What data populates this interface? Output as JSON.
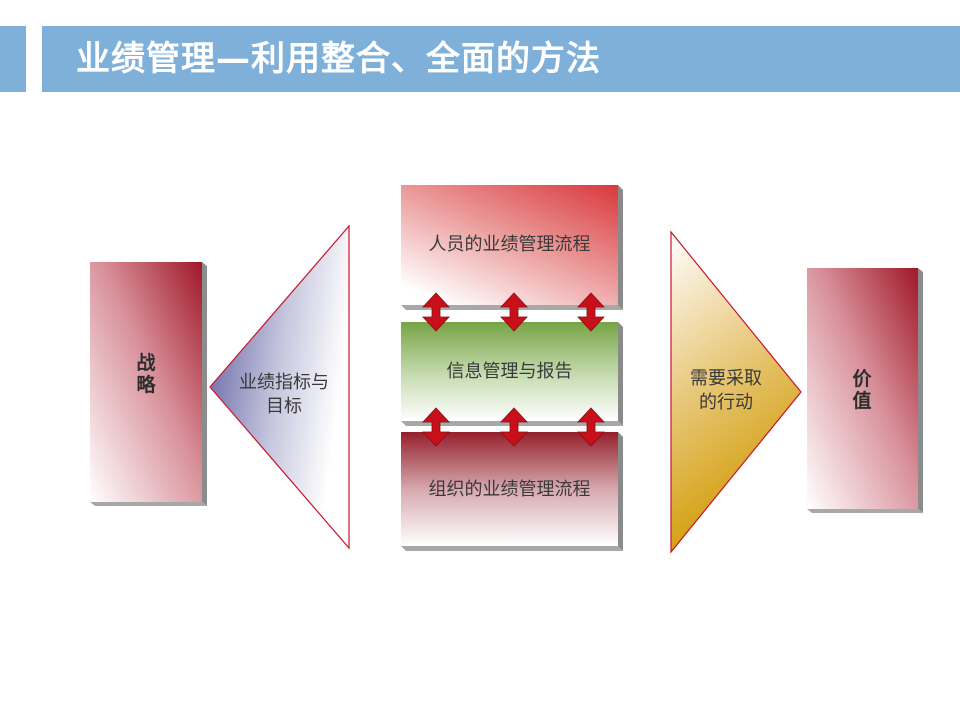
{
  "header": {
    "title": "业绩管理—利用整合、全面的方法"
  },
  "diagram": {
    "strategy": "战略",
    "value": "价值",
    "left_triangle": [
      "业绩指标与",
      "目标"
    ],
    "right_triangle": [
      "需要采取",
      "的行动"
    ],
    "stack": {
      "top": "人员的业绩管理流程",
      "middle": "信息管理与报告",
      "bottom": "组织的业绩管理流程"
    }
  },
  "colors": {
    "header_bar": "#7fb0da",
    "box_red": "#d9404a",
    "box_green": "#7aa84a",
    "box_maroon": "#a0202e",
    "left_triangle": "#6a6aa8",
    "right_triangle": "#d8a000",
    "arrow": "#c8101a"
  }
}
